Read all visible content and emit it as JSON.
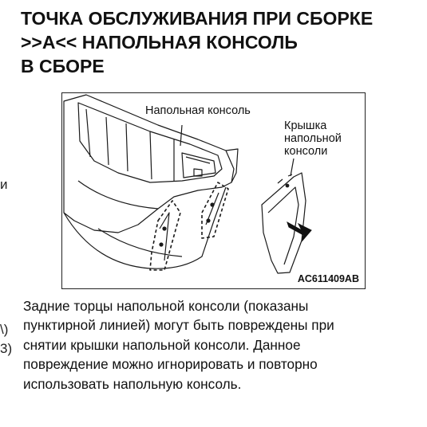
{
  "heading": {
    "line1": "ТОЧКА ОБСЛУЖИВАНИЯ ПРИ СБОРКЕ",
    "line2": ">>A<< НАПОЛЬНАЯ КОНСОЛЬ",
    "line3": "В СБОРЕ"
  },
  "margin_fragments": [
    "и",
    "\\)",
    "3)"
  ],
  "figure": {
    "label_console": "Напольная консоль",
    "label_cover_line1": "Крышка",
    "label_cover_line2": "напольной",
    "label_cover_line3": "консоли",
    "code": "AC611409AB"
  },
  "body": {
    "line1": "Задние торцы напольной консоли (показаны",
    "line2": "пунктирной линией) могут быть повреждены при",
    "line3": "снятии крышки напольной консоли. Данное",
    "line4": "повреждение можно игнорировать и повторно",
    "line5": "использовать напольную консоль."
  }
}
